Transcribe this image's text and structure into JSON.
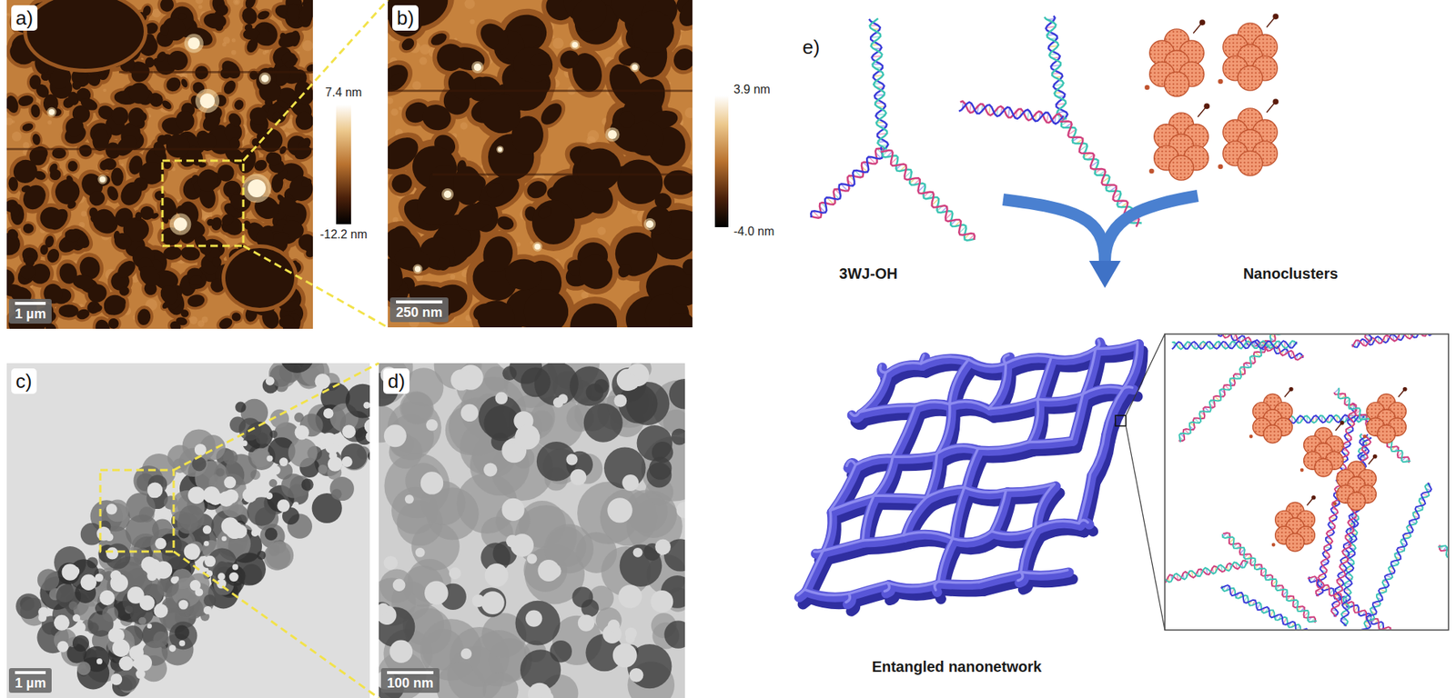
{
  "diagram": {
    "nodes": [
      {
        "text": [
          "a)",
          "1 µm"
        ]
      },
      {
        "text": [
          "b)",
          "250 nm"
        ]
      },
      {
        "text": [
          "c)",
          "1 µm"
        ]
      },
      {
        "text": [
          "d)",
          "100 nm"
        ]
      },
      {
        "text": [
          "3WJ-OH"
        ]
      },
      {
        "text": [
          "Nanoclusters"
        ]
      },
      {
        "text": [
          "Entangled nanonetwork"
        ]
      }
    ],
    "edges": [
      {
        "from": 0,
        "to": 1,
        "arrow": "none"
      },
      {
        "from": 2,
        "to": 3,
        "arrow": "none"
      },
      {
        "from": 4,
        "to": 6,
        "arrow": "to"
      },
      {
        "from": 5,
        "to": 6,
        "arrow": "to"
      }
    ],
    "labels": [
      "7.4 nm",
      "-12.2 nm",
      "3.9 nm",
      "-4.0 nm",
      "e)"
    ]
  }
}
